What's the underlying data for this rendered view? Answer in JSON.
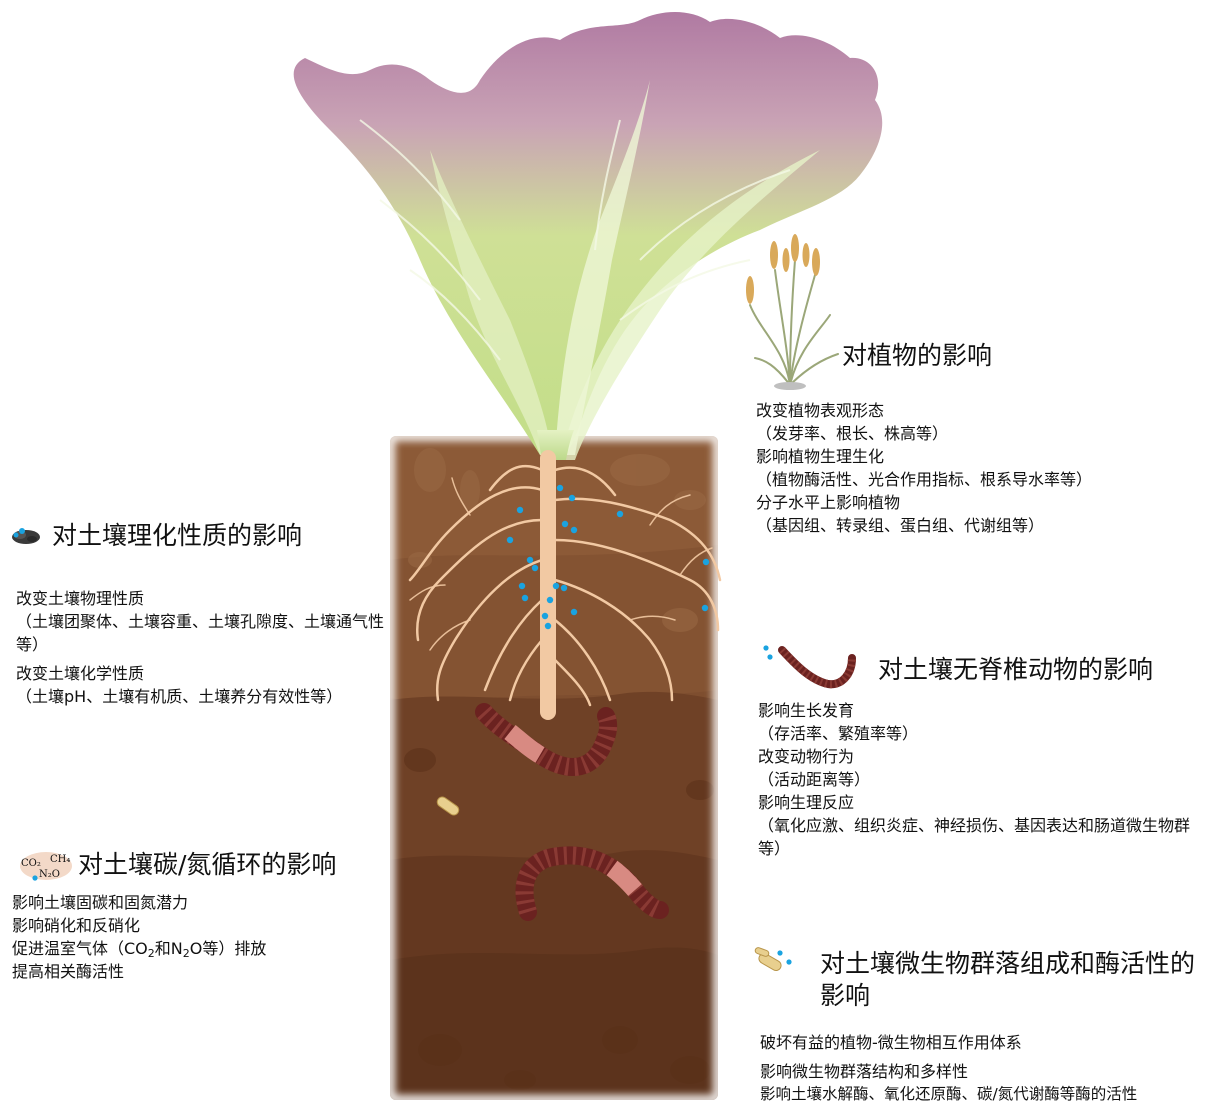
{
  "soil": {
    "title": "对土壤理化性质的影响",
    "lines": [
      "改变土壤物理性质",
      "（土壤团聚体、土壤容重、土壤孔隙度、土壤通气性等）",
      "改变土壤化学性质",
      "（土壤pH、土壤有机质、土壤养分有效性等）"
    ]
  },
  "cycle": {
    "title": "对土壤碳/氮循环的影响",
    "icon_labels": [
      "CO₂",
      "CH₄",
      "N₂O"
    ],
    "lines": [
      "影响土壤固碳和固氮潜力",
      "影响硝化和反硝化"
    ],
    "ghg_parts": [
      "促进温室气体（CO",
      "2",
      "和N",
      "2",
      "O等）排放"
    ],
    "line_last": "提高相关酶活性"
  },
  "plant": {
    "title": "对植物的影响",
    "lines": [
      "改变植物表观形态",
      "（发芽率、根长、株高等）",
      "影响植物生理生化",
      "（植物酶活性、光合作用指标、根系导水率等）",
      "分子水平上影响植物",
      "（基因组、转录组、蛋白组、代谢组等）"
    ]
  },
  "invertebrate": {
    "title": "对土壤无脊椎动物的影响",
    "lines": [
      "影响生长发育",
      "（存活率、繁殖率等）",
      "改变动物行为",
      "（活动距离等）",
      "影响生理反应",
      "（氧化应激、组织炎症、神经损伤、基因表达和肠道微生物群等）"
    ]
  },
  "microbe": {
    "title": "对土壤微生物群落组成和酶活性的影响",
    "lines": [
      "破坏有益的植物-微生物相互作用体系",
      "影响微生物群落结构和多样性",
      "影响土壤水解酶、氧化还原酶、碳/氮代谢酶等酶的活性"
    ]
  },
  "colors": {
    "soil_top": "#7a4a2c",
    "soil_bottom": "#5a301a",
    "leaf_pink": "#b27ca2",
    "leaf_green": "#cde38f",
    "root": "#f2c9a3",
    "worm": "#6b2220",
    "particle": "#1aa3e0"
  },
  "icons": [
    "microplastic-cluster-icon",
    "gas-molecules-icon",
    "wheat-icon",
    "earthworm-icon",
    "bacteria-icon"
  ]
}
